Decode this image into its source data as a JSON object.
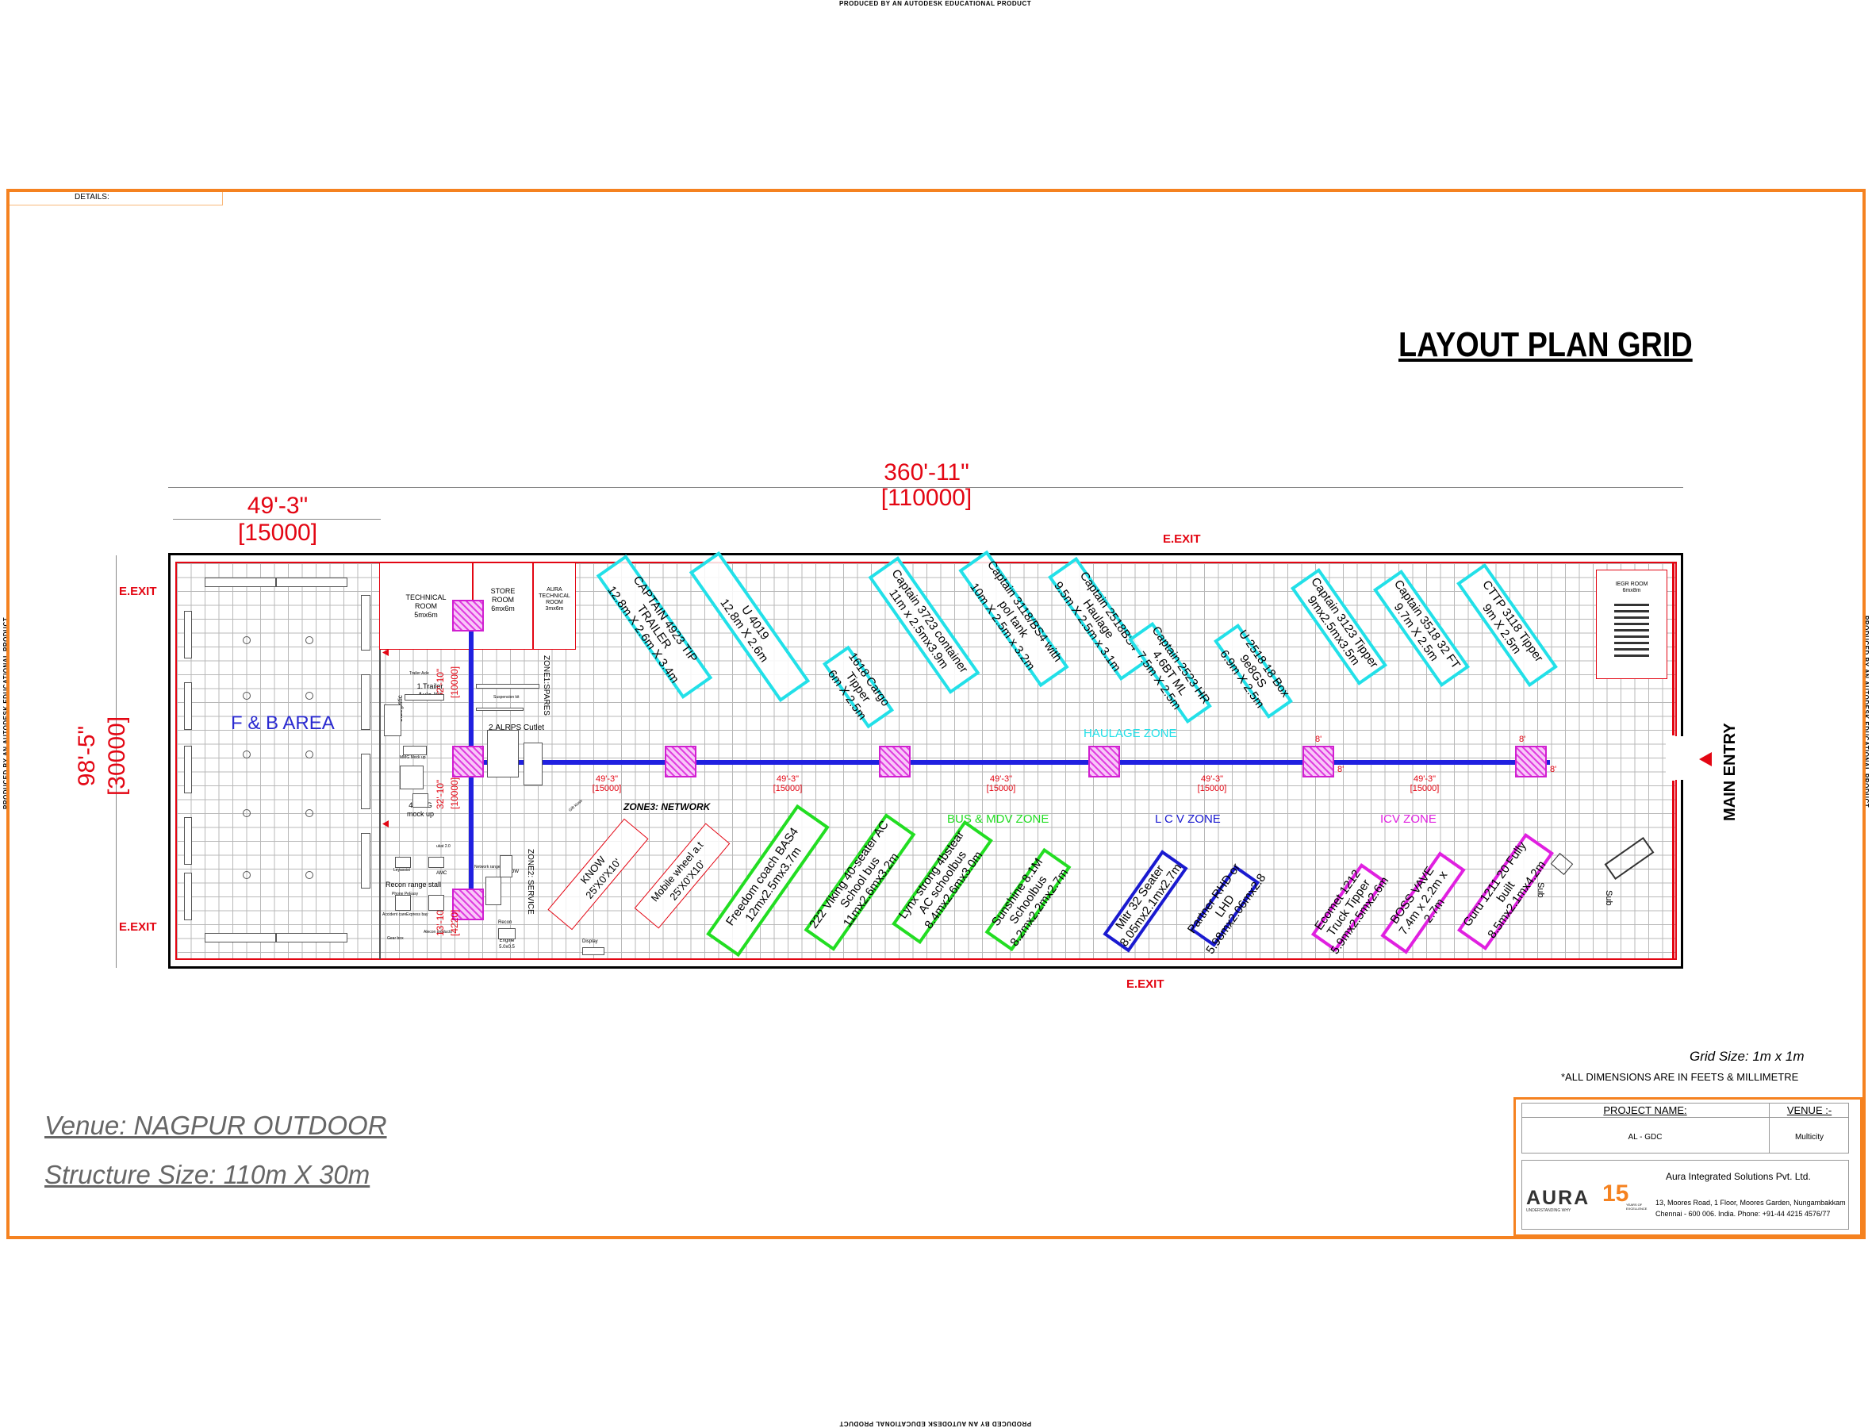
{
  "watermark": "PRODUCED BY AN AUTODESK EDUCATIONAL PRODUCT",
  "details_label": "DETAILS:",
  "title": "LAYOUT PLAN GRID",
  "dimensions": {
    "overall_ft": "360'-11\"",
    "overall_mm": "[110000]",
    "fb_ft": "49'-3\"",
    "fb_mm": "[15000]",
    "height_ft": "98'-5\"",
    "height_mm": "[30000]"
  },
  "exits": {
    "top": "E.EXIT",
    "bottom": "E.EXIT",
    "left_top": "E.EXIT",
    "left_bottom": "E.EXIT"
  },
  "main_entry": "MAIN ENTRY",
  "areas": {
    "fb": "F & B AREA",
    "technical_room": [
      "TECHNICAL",
      "ROOM",
      "5mx6m"
    ],
    "store_room": [
      "STORE",
      "ROOM",
      "6mx6m"
    ],
    "aura_room": [
      "AURA",
      "TECHNICAL",
      "ROOM",
      "3mx6m"
    ],
    "iegr_room": [
      "IEGR ROOM",
      "6mx8m"
    ],
    "zone1": "ZONE1:SPARES",
    "zone2": "ZONE2: SERVICE",
    "zone3": "ZONE3: NETWORK",
    "trailer_kit": [
      "1.Trailer",
      "Axle Kit"
    ],
    "cutlet": "2.ALRPS Cutlet",
    "mmg": [
      "4.MMG",
      "mock up"
    ],
    "recon": "Recon range stall",
    "logistic": "3.Logistic",
    "trailer_axle_small": "Trailer Axle",
    "suspension": "Suspension kit",
    "mmg_small": "MMG Mock up",
    "network": "Network range",
    "wow": "WOW",
    "recon_small": "Recon",
    "engine": [
      "Engine",
      "5.0x0.5"
    ],
    "display": "Display",
    "gift": "Gift kiosk",
    "accident": "Accident care",
    "express_bay": "Express bay",
    "alecon": "Alecon products",
    "gear_box": "Gear box",
    "amc": "AMC",
    "ukat": "ukat 2.0",
    "leyassist": "Leyassist",
    "phonepe": "Phone PeEasy"
  },
  "zones": {
    "haulage": "HAULAGE ZONE",
    "bus_mdv": "BUS  & MDV ZONE",
    "lcv": "L C V ZONE",
    "icv": "ICV ZONE"
  },
  "vertical_dims": [
    "32'-10\"",
    "[10000]",
    "32'-10\"",
    "[10000]",
    "13'-10\"",
    "[4220]"
  ],
  "truss_segments": [
    {
      "ft": "49'-3\"",
      "mm": "[15000]"
    },
    {
      "ft": "49'-3\"",
      "mm": "[15000]"
    },
    {
      "ft": "49'-3\"",
      "mm": "[15000]"
    },
    {
      "ft": "49'-3\"",
      "mm": "[15000]"
    },
    {
      "ft": "49'-3\"",
      "mm": "[15000]"
    }
  ],
  "truss_small": "8'",
  "vehicles_top": [
    {
      "l1": "CAPTAIN 4923 TIP TRAILER",
      "l2": "12.8m X 2.6m X 3.4m"
    },
    {
      "l1": "U 4019",
      "l2": "12.8m X 2.6m"
    },
    {
      "l1": "1618 Cargo Tipper",
      "l2": "6m X 2.5m"
    },
    {
      "l1": "Captain 3723 container",
      "l2": "11m x 2.5mx3.9m"
    },
    {
      "l1": "Captain 3118/BS4 with pol tank",
      "l2": "10m X 2.5m x 3.2m"
    },
    {
      "l1": "Captain 2518BS4 Haulage",
      "l2": "9.5m X 2.5m x 3.1m"
    },
    {
      "l1": "Captain 2523 HR 4.6BT ML",
      "l2": "7.5m X 2.5m"
    },
    {
      "l1": "U 2518 18 Box 9e8GS",
      "l2": "6.9m X 2.5m"
    },
    {
      "l1": "Captain 3123 Tipper",
      "l2": "9mx2.5mx3.5m"
    },
    {
      "l1": "Captain 3518 32 FT",
      "l2": "9.7m X 2.5m"
    },
    {
      "l1": "CTTP 3118 Tipper",
      "l2": "9m X 2.5m"
    }
  ],
  "vehicles_bottom": [
    {
      "l1": "Freedom coach BAS4",
      "l2": "12mx2.5mx3.7m"
    },
    {
      "l1": "222 Viking 40-seater AC School bus",
      "l2": "11mx2.6mx3.2m"
    },
    {
      "l1": "Lynx strong 4bstear AC schoolbus",
      "l2": "8.4mx2.6mx3.0m"
    },
    {
      "l1": "Sunshine 8.1M Schoolbus",
      "l2": "8.2mx2.2mx2.7m"
    },
    {
      "l1": "Mitr 32 Seater",
      "l2": "8.05mx2.1mx2.7m"
    },
    {
      "l1": "Partner RHD or LHD",
      "l2": "5.98mx2.06mx2.8"
    },
    {
      "l1": "Ecomet 1212 Truck Tipper",
      "l2": "5.9mx2.5mx2.6m"
    },
    {
      "l1": "BOSS VAVE",
      "l2": "7.4m x 2.2m x 2.7m"
    },
    {
      "l1": "Guru 1211 20 Fully built",
      "l2": "8.5mx2.1mx4.2m"
    }
  ],
  "red_items": [
    {
      "l1": "KNOW",
      "l2": "25'X0'X10'"
    },
    {
      "l1": "Mobile wheel a.t",
      "l2": "25'X0'X10'"
    }
  ],
  "right_items": [
    "Sub",
    "Sub"
  ],
  "grid_note": "Grid Size: 1m x 1m",
  "dim_note": "*ALL DIMENSIONS ARE IN FEETS & MILLIMETRE",
  "venue": "Venue: NAGPUR OUTDOOR",
  "structure": "Structure Size: 110m X 30m",
  "info": {
    "project_name_label": "PROJECT  NAME:",
    "project_name": "AL - GDC",
    "venue_label": "VENUE :-",
    "venue": "Multicity",
    "company": "Aura Integrated Solutions Pvt. Ltd.",
    "address1": "13, Moores Road, 1 Floor, Moores Garden, Nungambakkam",
    "address2": "Chennai - 600 006. India. Phone: +91-44 4215 4576/77",
    "logo_text": "AURA",
    "logo_num": "15",
    "logo_tag": "UNDERSTANDING WHY",
    "logo_years": "YEARS OF EXCELLENCE"
  },
  "colors": {
    "frame": "#f58220",
    "red": "#e30613",
    "haulage": "#22e0e8",
    "bus": "#22dd22",
    "lcv": "#1a1ad0",
    "icv": "#e020e0",
    "truss": "#2020e0"
  }
}
